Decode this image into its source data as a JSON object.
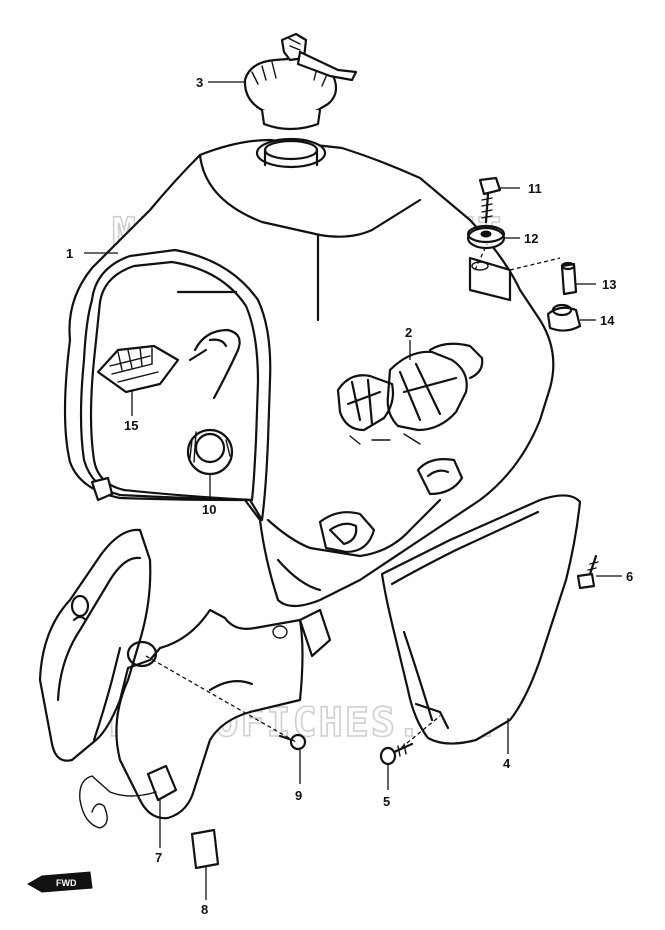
{
  "watermark": {
    "text": "MICROFICHES.NET"
  },
  "fwd_label": "FWD",
  "callouts": [
    {
      "id": "1",
      "label": "1",
      "part": "fuel tank"
    },
    {
      "id": "2",
      "label": "2",
      "part": "tank emblem"
    },
    {
      "id": "3",
      "label": "3",
      "part": "fuel cap with key"
    },
    {
      "id": "4",
      "label": "4",
      "part": "side cover"
    },
    {
      "id": "5",
      "label": "5",
      "part": "screw"
    },
    {
      "id": "6",
      "label": "6",
      "part": "screw"
    },
    {
      "id": "7",
      "label": "7",
      "part": "frame cover with cable"
    },
    {
      "id": "8",
      "label": "8",
      "part": "label"
    },
    {
      "id": "9",
      "label": "9",
      "part": "screw"
    },
    {
      "id": "10",
      "label": "10",
      "part": "knob"
    },
    {
      "id": "11",
      "label": "11",
      "part": "bolt"
    },
    {
      "id": "12",
      "label": "12",
      "part": "washer"
    },
    {
      "id": "13",
      "label": "13",
      "part": "collar"
    },
    {
      "id": "14",
      "label": "14",
      "part": "cushion"
    },
    {
      "id": "15",
      "label": "15",
      "part": "damper"
    }
  ]
}
